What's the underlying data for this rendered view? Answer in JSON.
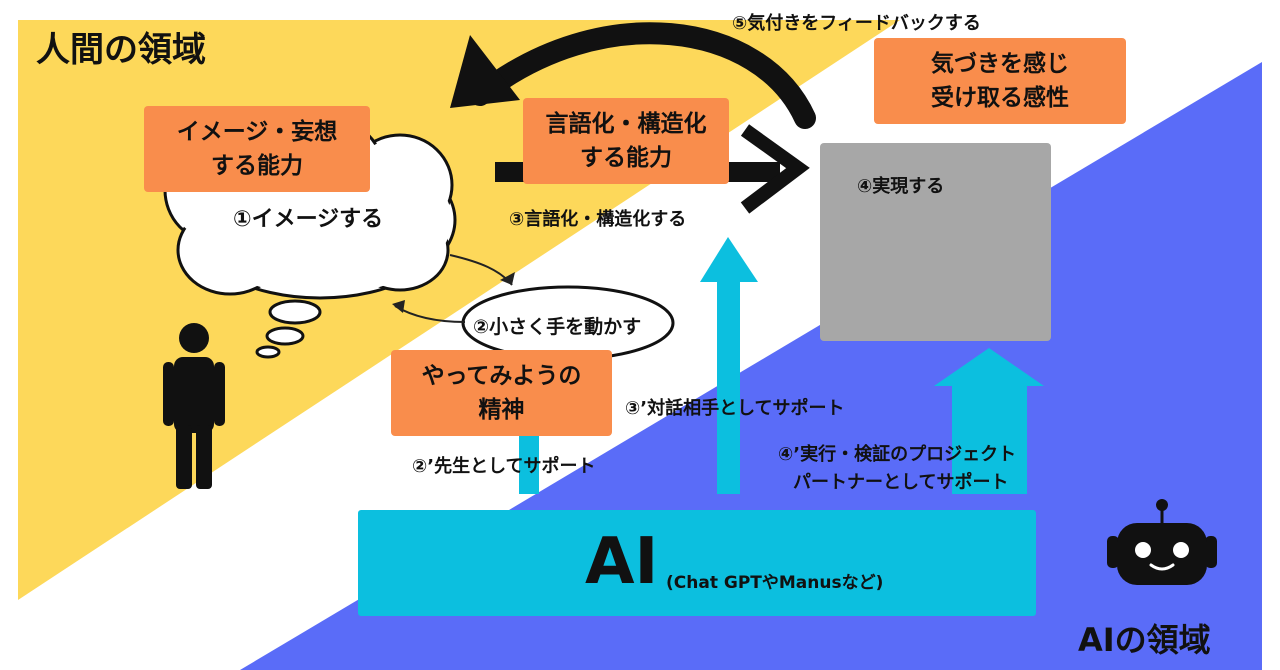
{
  "colors": {
    "human_bg": "#fdd85a",
    "ai_bg": "#5a6cf8",
    "accent_orange": "#f98d4c",
    "accent_cyan": "#0cbfdf",
    "gray_box": "#a7a7a7"
  },
  "labels": {
    "human_domain": "人間の領域",
    "ai_domain": "AIの領域",
    "ai_main": "AI",
    "ai_sub": "(Chat GPTやManusなど)"
  },
  "boxes": {
    "image_ability": [
      "イメージ・妄想",
      "する能力"
    ],
    "verbalize_ability": [
      "言語化・構造化",
      "する能力"
    ],
    "feel_receive": [
      "気づきを感じ",
      "受け取る感性"
    ],
    "try_spirit": [
      "やってみようの",
      "精神"
    ]
  },
  "steps": {
    "s1": "①イメージする",
    "s2": "②小さく手を動かす",
    "s2_support": "②’先生としてサポート",
    "s3": "③言語化・構造化する",
    "s3_support": "③’対話相手としてサポート",
    "s4": "④実現する",
    "s4_support": [
      "④’実行・検証のプロジェクト",
      "パートナーとしてサポート"
    ],
    "s5": "⑤気付きをフィードバックする"
  },
  "icons": {
    "person": "person-silhouette-icon",
    "robot": "robot-icon",
    "cloud": "thought-cloud-icon"
  }
}
